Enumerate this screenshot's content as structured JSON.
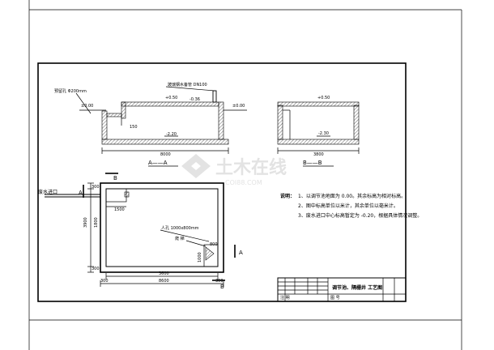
{
  "section_aa": {
    "labels": {
      "hole": "预留孔 Φ200mm",
      "vent": "玻璃钢水备管 DN100",
      "elev_ground_left": "±0.00",
      "elev_ground_right": "±0.00",
      "elev_top": "+0.50",
      "elev_pipe": "-0.36",
      "elev_bottom": "-2.20",
      "dim_150": "150",
      "dim_length": "8000",
      "title": "A——A"
    }
  },
  "section_bb": {
    "labels": {
      "elev_top": "+0.50",
      "elev_bottom": "-2.30",
      "dim_width": "3800",
      "title": "B——B"
    }
  },
  "plan": {
    "labels": {
      "inlet": "废水进口",
      "sec_a_left": "A",
      "sec_a_right": "A",
      "sec_b_top": "B",
      "sec_b_bottom": "B",
      "dim_300_tl": "300",
      "dim_1500": "1500",
      "dim_3900": "3900",
      "dim_1800": "1800",
      "dim_300_bl": "300",
      "dim_inner": "3600",
      "dim_outer": "8600",
      "dim_300_l": "300",
      "dim_300_r": "300",
      "manhole": "人孔 1000x800mm",
      "ladder": "爬 梯",
      "dim_800": "800",
      "dim_1000": "1000"
    }
  },
  "notes": {
    "title": "说明：",
    "items": [
      "1、以调节池地面为 0.00。其余标高为相对标高。",
      "2、图中标高单位以米计，其余单位以毫米计。",
      "3、废水进口中心标高暂定为 -0.20，根据具体情况调整。"
    ]
  },
  "watermark": {
    "name": "土木在线",
    "domain": "COI88.COM"
  },
  "title_block": {
    "drawing_title": "调节池、隔栅井 工艺图",
    "label_drawing_no": "图 号",
    "label_notes": "注 明"
  }
}
